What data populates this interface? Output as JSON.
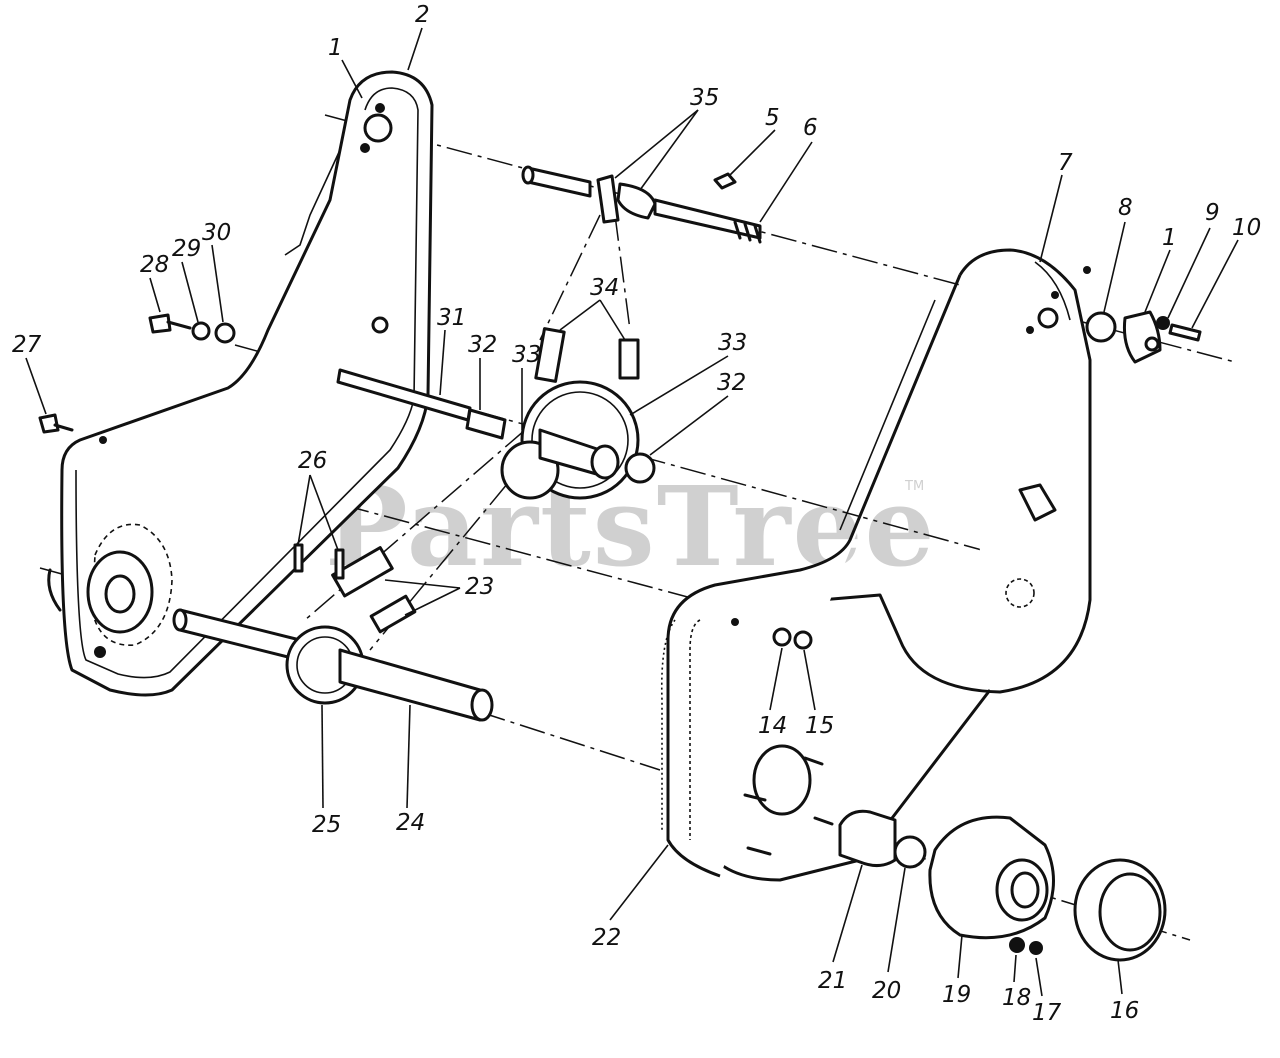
{
  "watermark": {
    "text": "PartsTree",
    "mark": "TM"
  },
  "callouts": [
    "1",
    "2",
    "35",
    "5",
    "6",
    "7",
    "8",
    "1",
    "9",
    "10",
    "28",
    "29",
    "30",
    "27",
    "31",
    "32",
    "33",
    "33",
    "32",
    "34",
    "26",
    "23",
    "25",
    "24",
    "14",
    "15",
    "22",
    "21",
    "20",
    "19",
    "18",
    "17",
    "16"
  ]
}
